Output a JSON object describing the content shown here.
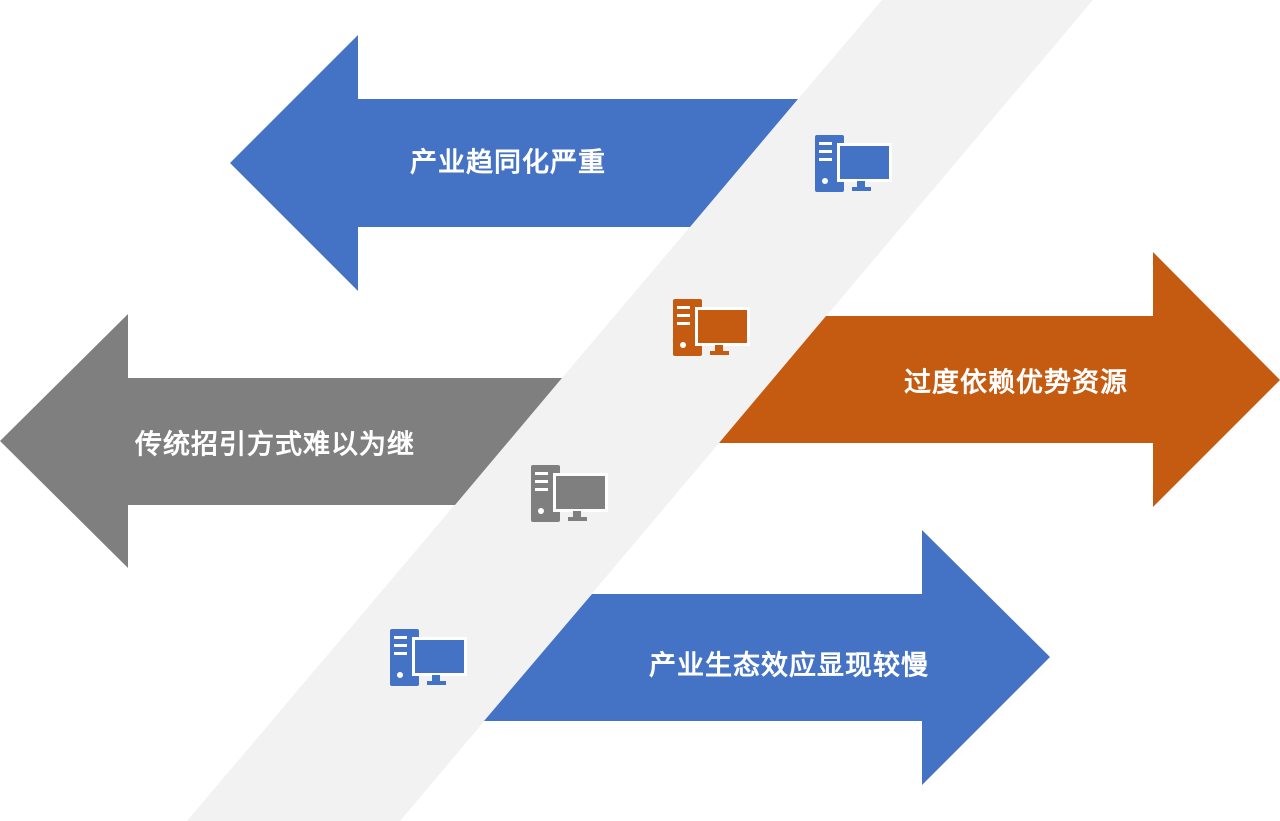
{
  "colors": {
    "blue": "#4472c4",
    "gray": "#7f7f7f",
    "orange": "#c55a11",
    "band": "#f2f2f2"
  },
  "arrows": [
    {
      "label": "产业趋同化严重",
      "direction": "left",
      "color": "#4472c4"
    },
    {
      "label": "传统招引方式难以为继",
      "direction": "left",
      "color": "#7f7f7f"
    },
    {
      "label": "过度依赖优势资源",
      "direction": "right",
      "color": "#c55a11"
    },
    {
      "label": "产业生态效应显现较慢",
      "direction": "right",
      "color": "#4472c4"
    }
  ],
  "icons": [
    {
      "name": "computer-icon",
      "color": "#4472c4"
    },
    {
      "name": "computer-icon",
      "color": "#c55a11"
    },
    {
      "name": "computer-icon",
      "color": "#7f7f7f"
    },
    {
      "name": "computer-icon",
      "color": "#4472c4"
    }
  ]
}
